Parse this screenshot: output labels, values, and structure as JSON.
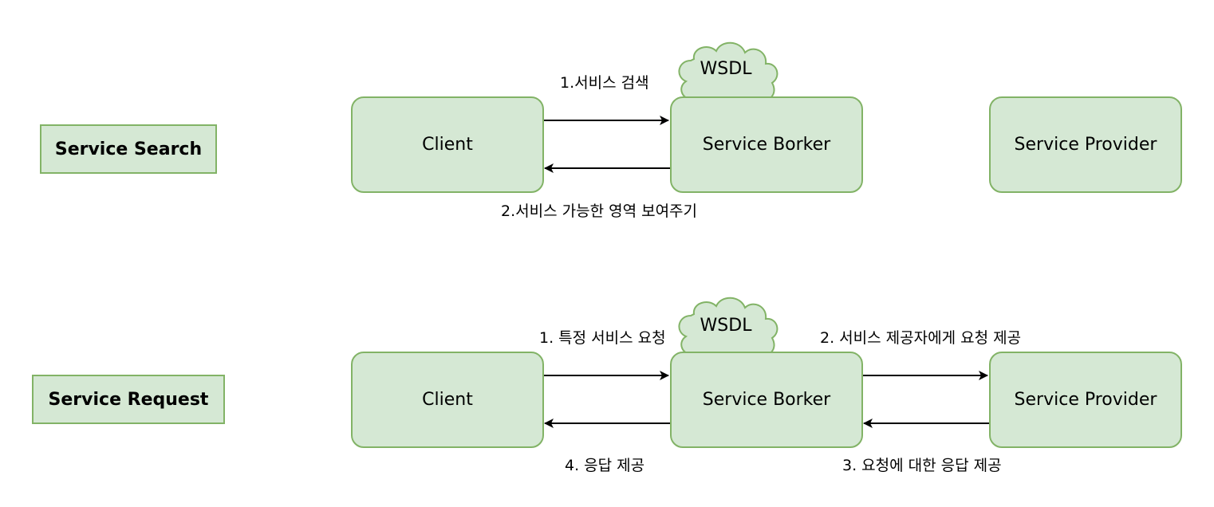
{
  "colors": {
    "fill": "#d5e8d4",
    "stroke": "#82b366",
    "arrow": "#000000"
  },
  "rows": {
    "search": {
      "title": "Service Search",
      "client": "Client",
      "broker": "Service Borker",
      "provider": "Service Provider",
      "cloud": "WSDL",
      "step1": "1.서비스 검색",
      "step2": "2.서비스 가능한 영역 보여주기"
    },
    "request": {
      "title": "Service Request",
      "client": "Client",
      "broker": "Service Borker",
      "provider": "Service Provider",
      "cloud": "WSDL",
      "step1": "1. 특정 서비스 요청",
      "step2": "2. 서비스 제공자에게 요청 제공",
      "step3": "3. 요청에 대한 응답 제공",
      "step4": "4. 응답 제공"
    }
  }
}
